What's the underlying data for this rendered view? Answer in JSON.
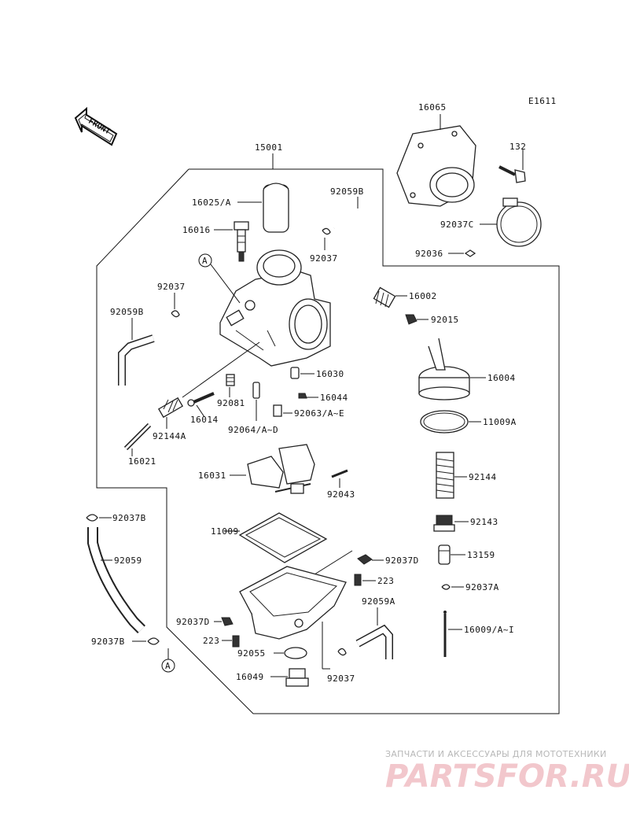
{
  "diagram_code": "E1611",
  "front_label": "FRONT",
  "callout_A": "A",
  "labels": {
    "l16065": "16065",
    "l132": "132",
    "l92037c": "92037C",
    "l92036": "92036",
    "l15001": "15001",
    "l16025a": "16025/A",
    "l92059b_top": "92059B",
    "l16016": "16016",
    "l92037_top": "92037",
    "l92037_left": "92037",
    "l16002": "16002",
    "l92059b_left": "92059B",
    "l92015": "92015",
    "l16030": "16030",
    "l16004": "16004",
    "l16044": "16044",
    "l92081": "92081",
    "l16014": "16014",
    "l92063": "92063/A~E",
    "l92064": "92064/A~D",
    "l92144a": "92144A",
    "l11009a": "11009A",
    "l16021": "16021",
    "l16031": "16031",
    "l92043": "92043",
    "l92144": "92144",
    "l92037b_top": "92037B",
    "l11009": "11009",
    "l92143": "92143",
    "l92059": "92059",
    "l13159": "13159",
    "l92037d_right": "92037D",
    "l223_right": "223",
    "l92037a": "92037A",
    "l92059a": "92059A",
    "l92037d_left": "92037D",
    "l16009": "16009/A~I",
    "l223_left": "223",
    "l92055": "92055",
    "l92037b_bottom": "92037B",
    "l16049": "16049",
    "l92037_bottom": "92037"
  },
  "watermark": {
    "line1": "ЗАПЧАСТИ И АКСЕССУАРЫ ДЛЯ МОТОТЕХНИКИ",
    "brand": "PARTSFOR.RU"
  }
}
